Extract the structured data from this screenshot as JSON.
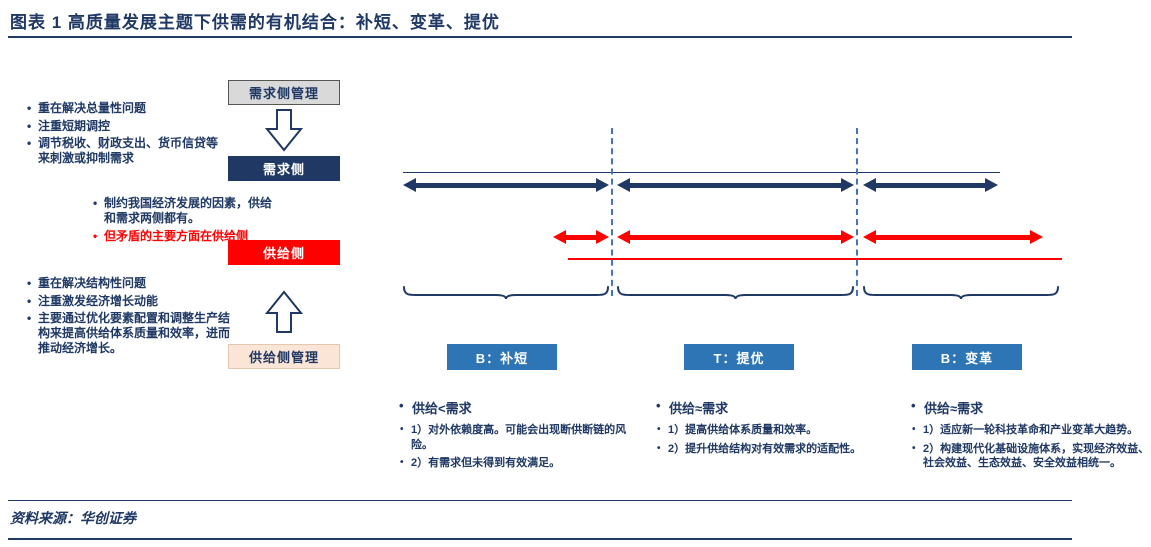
{
  "colors": {
    "navy": "#1F3864",
    "red": "#FF0000",
    "label_blue": "#2E75B6",
    "dashed_blue": "#4472C4",
    "gray_box_fill": "#D9D9D9",
    "peach_box_fill": "#FBE5D6"
  },
  "header": {
    "title": "图表 1  高质量发展主题下供需的有机结合：补短、变革、提优"
  },
  "flow": {
    "demand_mgmt_label": "需求侧管理",
    "demand_label": "需求侧",
    "supply_label": "供给侧",
    "supply_mgmt_label": "供给侧管理",
    "demand_bullets": [
      "重在解决总量性问题",
      "注重短期调控",
      "调节税收、财政支出、货币信贷等来刺激或抑制需求"
    ],
    "middle_bullet_navy": "制约我国经济发展的因素，供给和需求两侧都有。",
    "middle_bullet_red": "但矛盾的主要方面在供给侧",
    "supply_bullets": [
      "重在解决结构性问题",
      "注重激发经济增长动能",
      "主要通过优化要素配置和调整生产结构来提高供给体系质量和效率，进而推动经济增长。"
    ]
  },
  "timeline": {
    "segments": [
      {
        "label": "B：补短",
        "heading": "供给<需求",
        "bullets": [
          "1）对外依赖度高。可能会出现断供断链的风险。",
          "2）有需求但未得到有效满足。"
        ]
      },
      {
        "label": "T：提优",
        "heading": "供给≈需求",
        "bullets": [
          "1）提高供给体系质量和效率。",
          "2）提升供给结构对有效需求的适配性。"
        ]
      },
      {
        "label": "B：变革",
        "heading": "供给≈需求",
        "bullets": [
          "1）适应新一轮科技革命和产业变革大趋势。",
          "2）构建现代化基础设施体系，实现经济效益、社会效益、生态效益、安全效益相统一。"
        ]
      }
    ]
  },
  "footer": {
    "source": "资料来源：华创证券"
  }
}
